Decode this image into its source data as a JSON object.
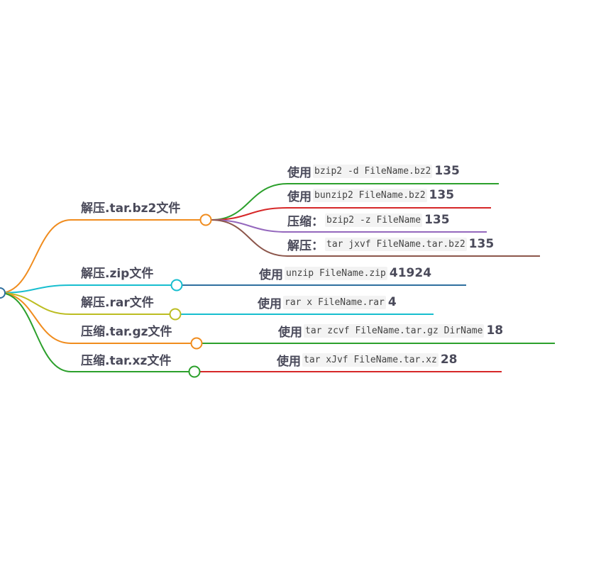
{
  "mindmap": {
    "root": {
      "color": "#2f6f9f"
    },
    "branches": [
      {
        "label": "解压.tar.bz2文件",
        "color": "#f08c1e",
        "leaves": [
          {
            "prefix": "使用",
            "code": "bzip2 -d FileName.bz2",
            "suffix": "135",
            "color": "#2ca02c"
          },
          {
            "prefix": "使用",
            "code": "bunzip2 FileName.bz2",
            "suffix": "135",
            "color": "#d62728"
          },
          {
            "prefix": "压缩：",
            "code": "bzip2 -z FileName",
            "suffix": "135",
            "color": "#9467bd"
          },
          {
            "prefix": "解压：",
            "code": "tar jxvf FileName.tar.bz2",
            "suffix": "135",
            "color": "#8c564b"
          }
        ]
      },
      {
        "label": "解压.zip文件",
        "color": "#17becf",
        "leaves": [
          {
            "prefix": "使用",
            "code": "unzip FileName.zip",
            "suffix": "41924",
            "color": "#2f6f9f"
          }
        ]
      },
      {
        "label": "解压.rar文件",
        "color": "#bcbd22",
        "leaves": [
          {
            "prefix": "使用",
            "code": "rar x FileName.rar",
            "suffix": "4",
            "color": "#17becf"
          }
        ]
      },
      {
        "label": "压缩.tar.gz文件",
        "color": "#f08c1e",
        "leaves": [
          {
            "prefix": "使用",
            "code": "tar zcvf FileName.tar.gz DirName",
            "suffix": "18",
            "color": "#2ca02c"
          }
        ]
      },
      {
        "label": "压缩.tar.xz文件",
        "color": "#2ca02c",
        "leaves": [
          {
            "prefix": "使用",
            "code": "tar xJvf FileName.tar.xz",
            "suffix": "28",
            "color": "#d62728"
          }
        ]
      }
    ]
  }
}
